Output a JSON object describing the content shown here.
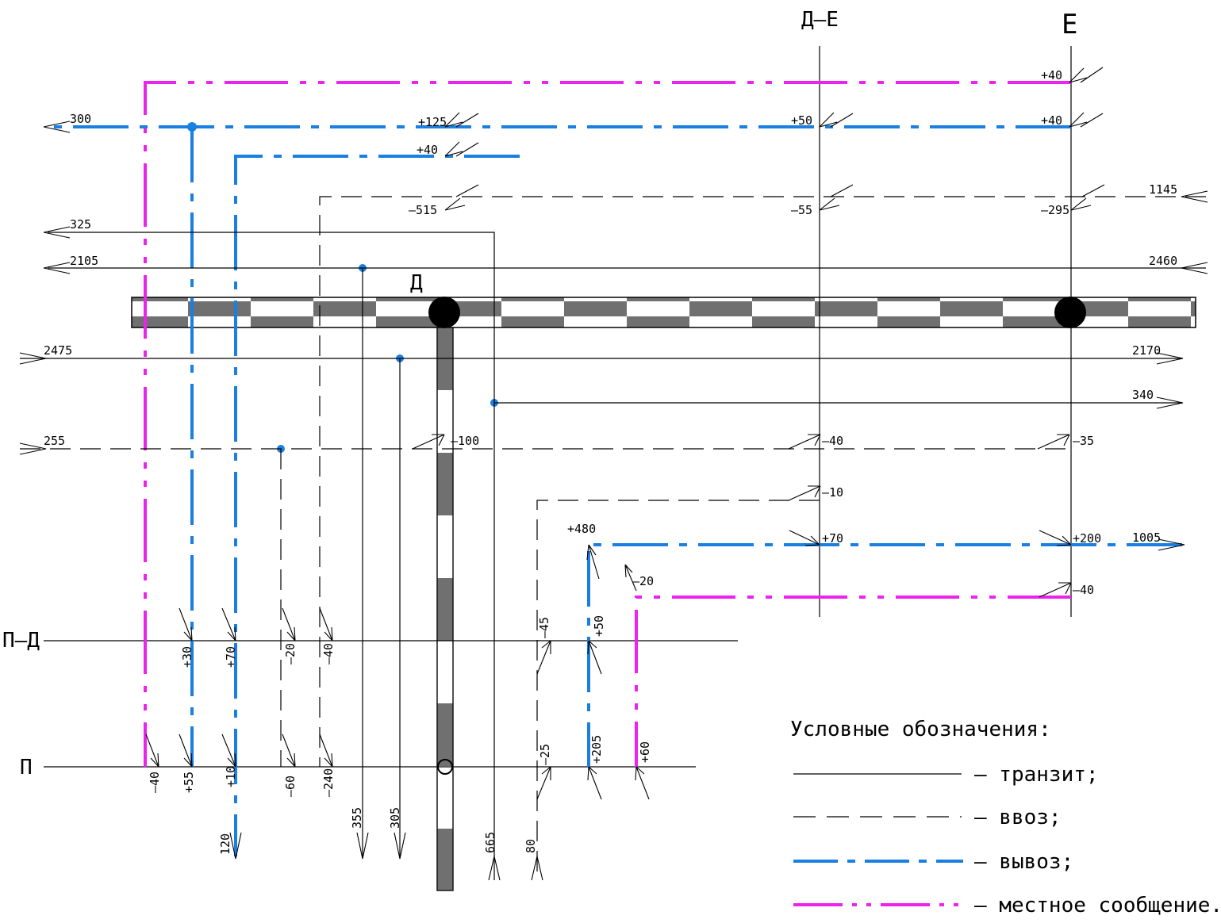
{
  "headers": {
    "de": "Д–Е",
    "e": "Е",
    "d": "Д",
    "pd": "П–Д",
    "p": "П"
  },
  "colors": {
    "export": "#1a7fe0",
    "local": "#ee22ee",
    "transit": "#000000",
    "import": "#000000",
    "track_dark": "#707070"
  },
  "labels": {
    "l300": "300",
    "l125": "+125",
    "l50a": "+50",
    "l40a": "+40",
    "l40b": "+40",
    "l40c": "+40",
    "l515": "–515",
    "l55": "–55",
    "l295": "–295",
    "l1145": "1145",
    "l325": "325",
    "l2105": "2105",
    "l2460": "2460",
    "l2475": "2475",
    "l2170": "2170",
    "l340": "340",
    "l255": "255",
    "l100": "–100",
    "l40d": "–40",
    "l35": "–35",
    "l10": "–10",
    "l480": "+480",
    "l70a": "+70",
    "l200": "+200",
    "l1005": "1005",
    "l20a": "–20",
    "l40e": "–40",
    "v30": "+30",
    "v70": "+70",
    "v20": "–20",
    "v40": "–40",
    "v45": "–45",
    "v50": "+50",
    "w40": "–40",
    "w55": "+55",
    "w10": "+10",
    "w60": "–60",
    "w240": "–240",
    "w25": "–25",
    "w205": "+205",
    "w60b": "+60",
    "b120": "120",
    "b355": "355",
    "b305": "305",
    "b665": "665",
    "b80": "80"
  },
  "legend": {
    "title": "Условные обозначения:",
    "transit": "– транзит;",
    "import": "– ввоз;",
    "export": "– вывоз;",
    "local": "– местное сообщение."
  }
}
